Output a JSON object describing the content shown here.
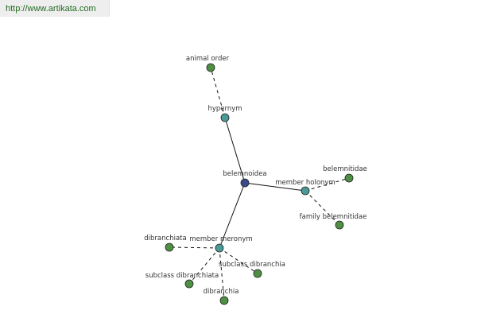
{
  "header": {
    "url": "http://www.artikata.com"
  },
  "colors": {
    "center": "#3a4a8c",
    "relation": "#4a9a96",
    "leaf": "#4f8f44",
    "edge": "#111111",
    "url_text": "#226b22"
  },
  "graph": {
    "center": {
      "id": "belemnoidea",
      "label": "belemnoidea"
    },
    "relations": [
      {
        "id": "hypernym",
        "label": "hypernym"
      },
      {
        "id": "member-holonym",
        "label": "member holonym"
      },
      {
        "id": "member-meronym",
        "label": "member meronym"
      }
    ],
    "leaves": [
      {
        "id": "animal-order",
        "label": "animal order",
        "relation": "hypernym"
      },
      {
        "id": "belemnitidae",
        "label": "belemnitidae",
        "relation": "member-holonym"
      },
      {
        "id": "family-belemnitidae",
        "label": "family belemnitidae",
        "relation": "member-holonym"
      },
      {
        "id": "dibranchiata",
        "label": "dibranchiata",
        "relation": "member-meronym"
      },
      {
        "id": "subclass-dibranchia",
        "label": "subclass dibranchia",
        "relation": "member-meronym"
      },
      {
        "id": "subclass-dibranchiata",
        "label": "subclass dibranchiata",
        "relation": "member-meronym"
      },
      {
        "id": "dibranchia",
        "label": "dibranchia",
        "relation": "member-meronym"
      }
    ]
  }
}
